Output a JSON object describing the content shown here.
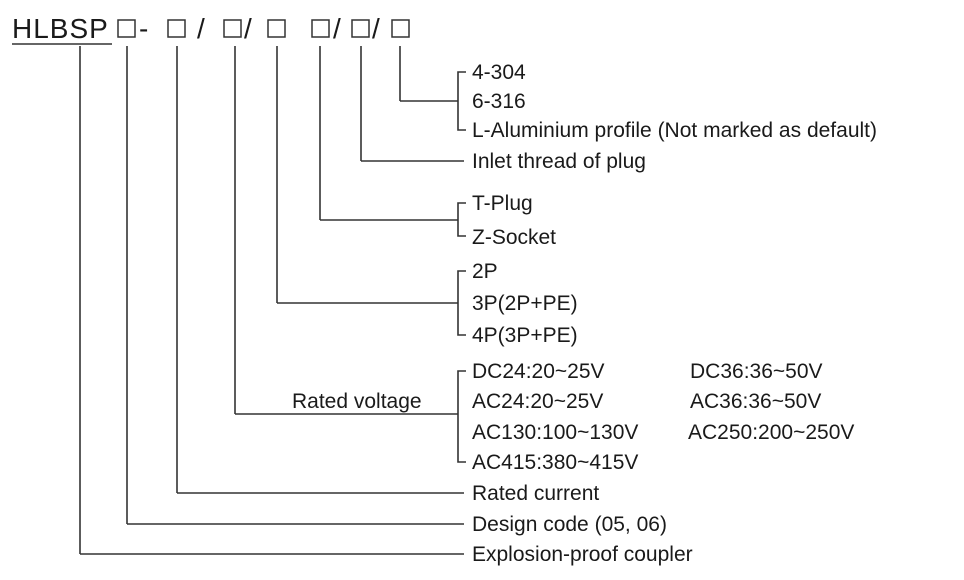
{
  "code": {
    "prefix": "HLBSP",
    "separators": [
      "-",
      "/",
      "/",
      "/",
      "/"
    ]
  },
  "material": [
    "4-304",
    "6-316",
    "L-Aluminium profile (Not marked as default)"
  ],
  "inlet_thread": "Inlet thread of plug",
  "plug_socket": [
    "T-Plug",
    "Z-Socket"
  ],
  "poles": [
    "2P",
    "3P(2P+PE)",
    "4P(3P+PE)"
  ],
  "voltage": {
    "label": "Rated voltage",
    "options_left": [
      "DC24:20~25V",
      "AC24:20~25V",
      "AC130:100~130V",
      "AC415:380~415V"
    ],
    "options_right": [
      "DC36:36~50V",
      "AC36:36~50V",
      "AC250:200~250V"
    ]
  },
  "rated_current": "Rated current",
  "design_code": "Design code (05, 06)",
  "product": "Explosion-proof coupler"
}
